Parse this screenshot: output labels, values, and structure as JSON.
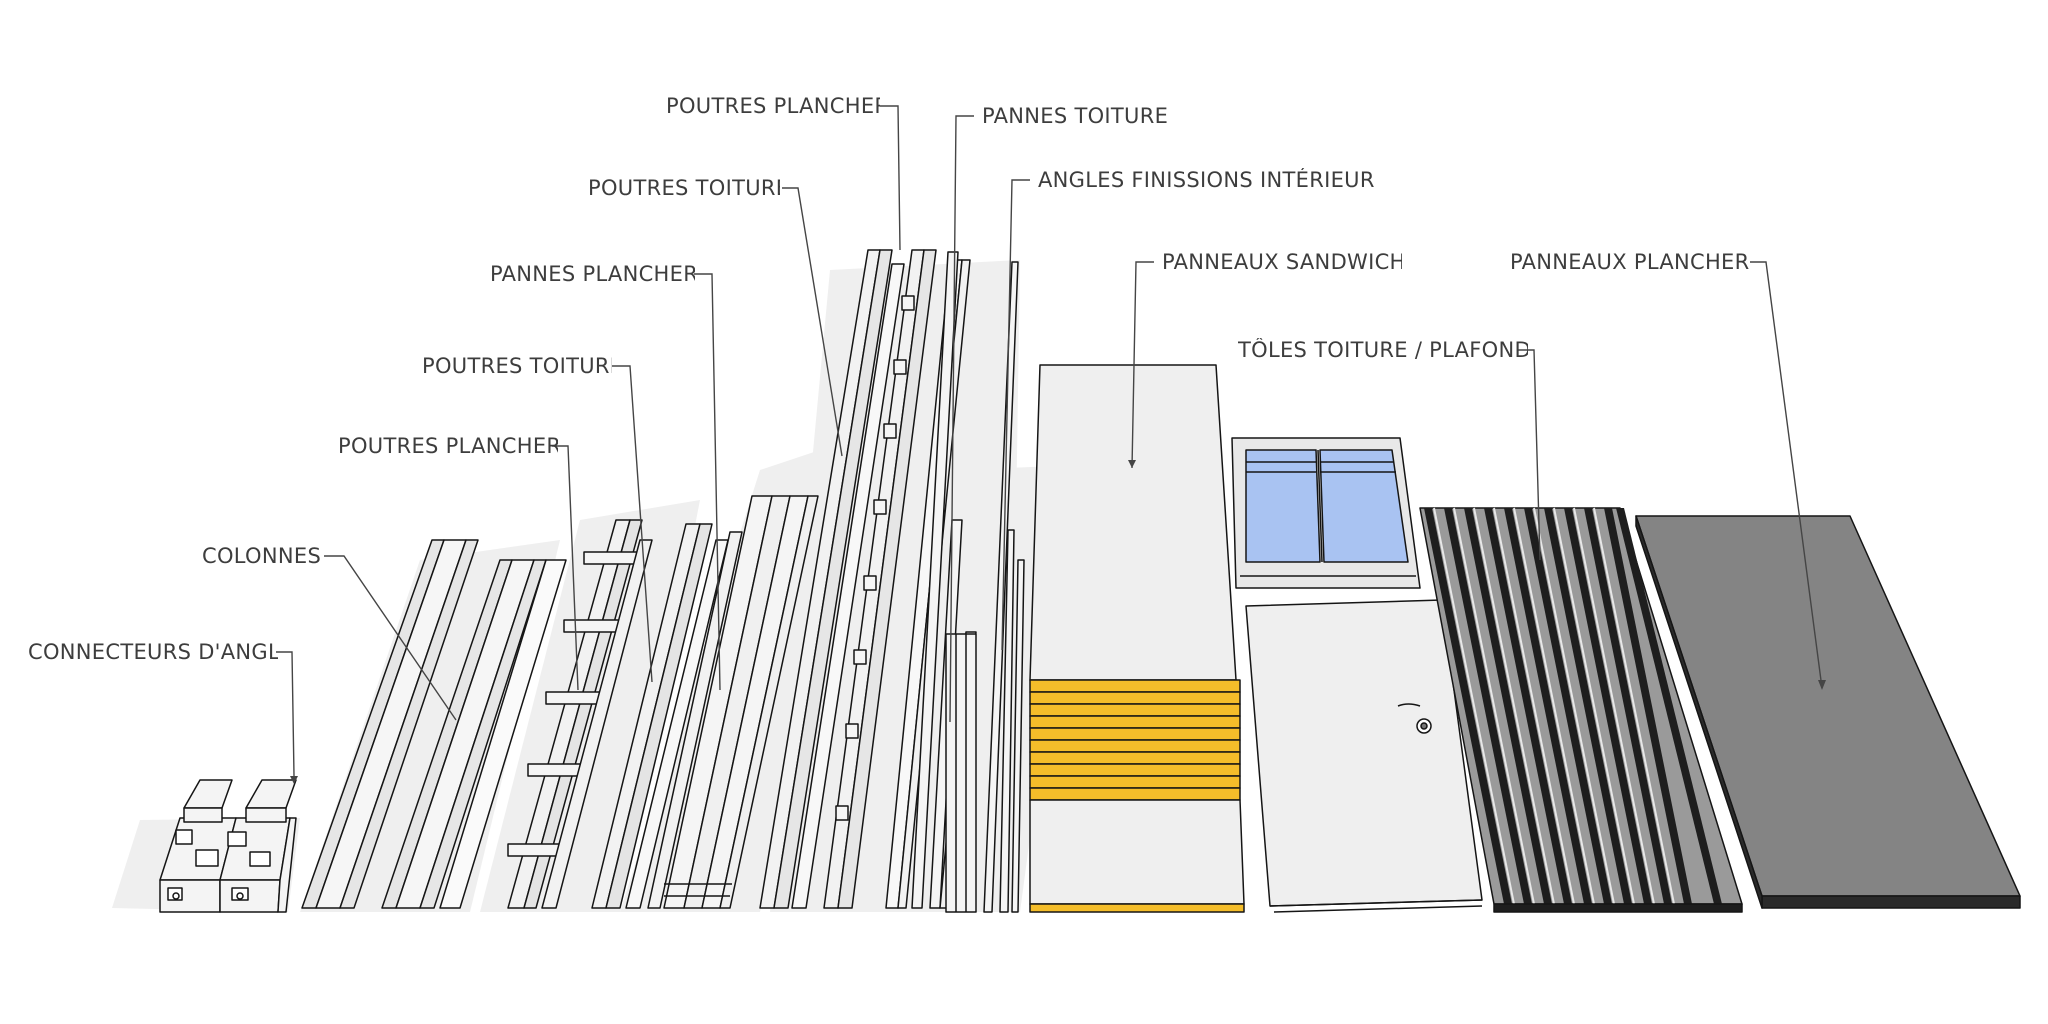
{
  "labels": {
    "connecteurs": "CONNECTEURS D'ANGLE",
    "colonnes": "COLONNES",
    "poutres_plancher_1": "POUTRES PLANCHER",
    "poutres_toiture_1": "POUTRES TOITURE",
    "pannes_plancher": "PANNES PLANCHER",
    "poutres_toiture_2": "POUTRES TOITURE",
    "poutres_plancher_2": "POUTRES PLANCHER",
    "pannes_toiture": "PANNES TOITURE",
    "angles": "ANGLES FINISSIONS INTÉRIEUR",
    "panneaux_sandwich": "PANNEAUX SANDWICH",
    "toles": "TÔLES TOITURE / PLAFOND",
    "panneaux_plancher": "PANNEAUX PLANCHER"
  },
  "colors": {
    "panel_grey": "#848484",
    "insulation_yellow": "#f4bd2a",
    "glass_blue": "#a9c3f2",
    "shadow": "#efefef",
    "label": "#3d3d3d"
  }
}
